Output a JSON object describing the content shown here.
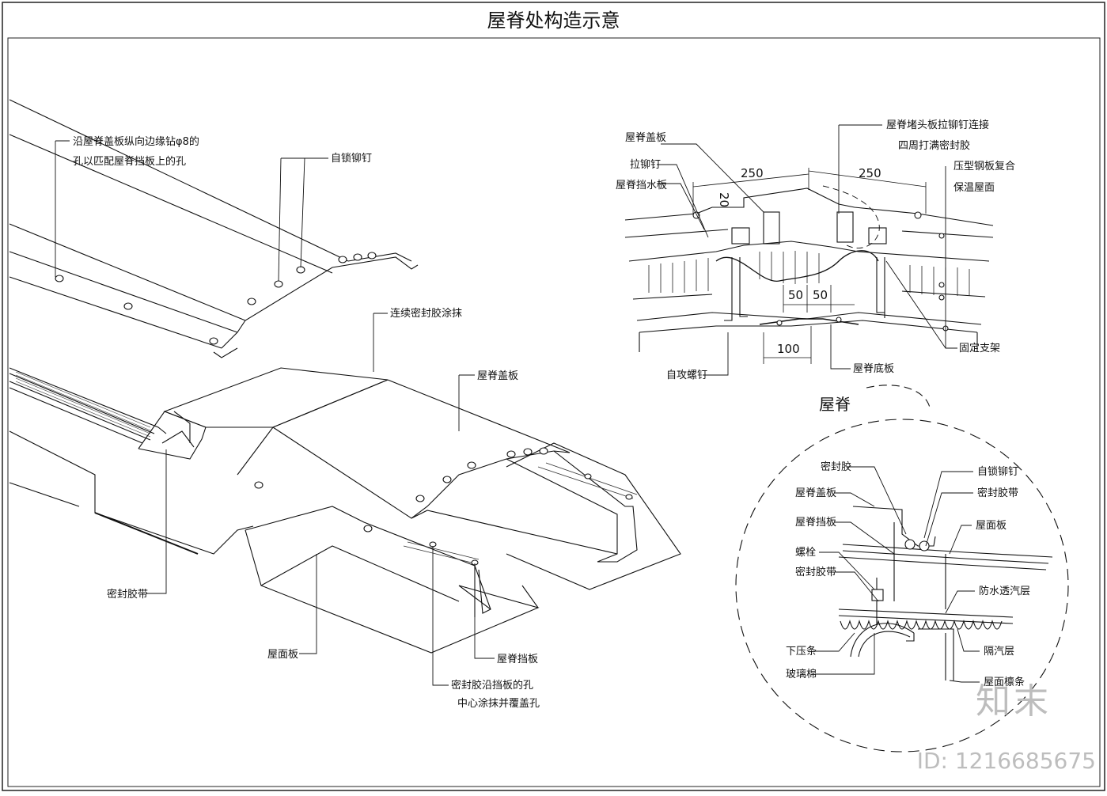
{
  "title": "屋脊处构造示意",
  "left_labels": {
    "drill_note_line1": "沿屋脊盖板纵向边缘钻φ8的",
    "drill_note_line2": "孔以匹配屋脊挡板上的孔",
    "self_lock_rivet": "自锁铆钉",
    "continuous_sealant": "连续密封胶涂抹",
    "ridge_cover": "屋脊盖板",
    "sealant_tape": "密封胶带",
    "roof_panel": "屋面板",
    "ridge_baffle": "屋脊挡板",
    "sealant_note_line1": "密封胶沿挡板的孔",
    "sealant_note_line2": "中心涂抹并覆盖孔"
  },
  "section_labels": {
    "ridge_cover": "屋脊盖板",
    "pull_rivet": "拉铆钉",
    "ridge_water_baffle": "屋脊挡水板",
    "end_plate_note_line1": "屋脊堵头板拉铆钉连接",
    "end_plate_note_line2": "四周打满密封胶",
    "composite_line1": "压型钢板复合",
    "composite_line2": "保温屋面",
    "fixed_bracket": "固定支架",
    "self_tapping_screw": "自攻螺钉",
    "ridge_bottom_plate": "屋脊底板",
    "ridge": "屋脊"
  },
  "dimensions": {
    "d250_left": "250",
    "d250_right": "250",
    "d20": "20",
    "d50_left": "50",
    "d50_right": "50",
    "d100": "100"
  },
  "detail_labels": {
    "sealant": "密封胶",
    "ridge_cover": "屋脊盖板",
    "ridge_baffle": "屋脊挡板",
    "bolt": "螺栓",
    "sealant_tape_left": "密封胶带",
    "self_lock_rivet": "自锁铆钉",
    "sealant_tape_right": "密封胶带",
    "roof_panel": "屋面板",
    "waterproof_layer": "防水透汽层",
    "vapor_barrier": "隔汽层",
    "roof_purlin": "屋面檩条",
    "pressing_strip": "下压条",
    "glass_wool": "玻璃棉"
  },
  "watermark": {
    "logo": "知末",
    "id": "ID: 1216685675"
  }
}
